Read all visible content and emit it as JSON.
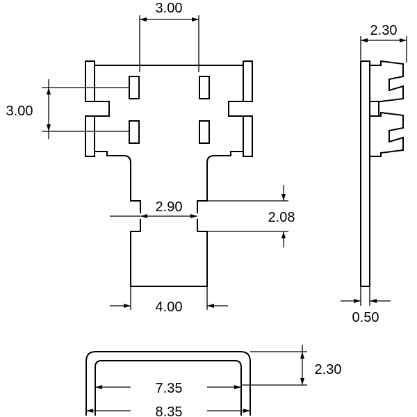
{
  "dimensions": {
    "top_pitch": "3.00",
    "left_pitch": "3.00",
    "neck_width": "2.90",
    "neck_height": "2.08",
    "lead_width": "4.00",
    "side_height": "2.30",
    "side_thickness": "0.50",
    "bottom_inner_width": "7.35",
    "bottom_outer_width": "8.35",
    "bottom_height": "2.30"
  }
}
